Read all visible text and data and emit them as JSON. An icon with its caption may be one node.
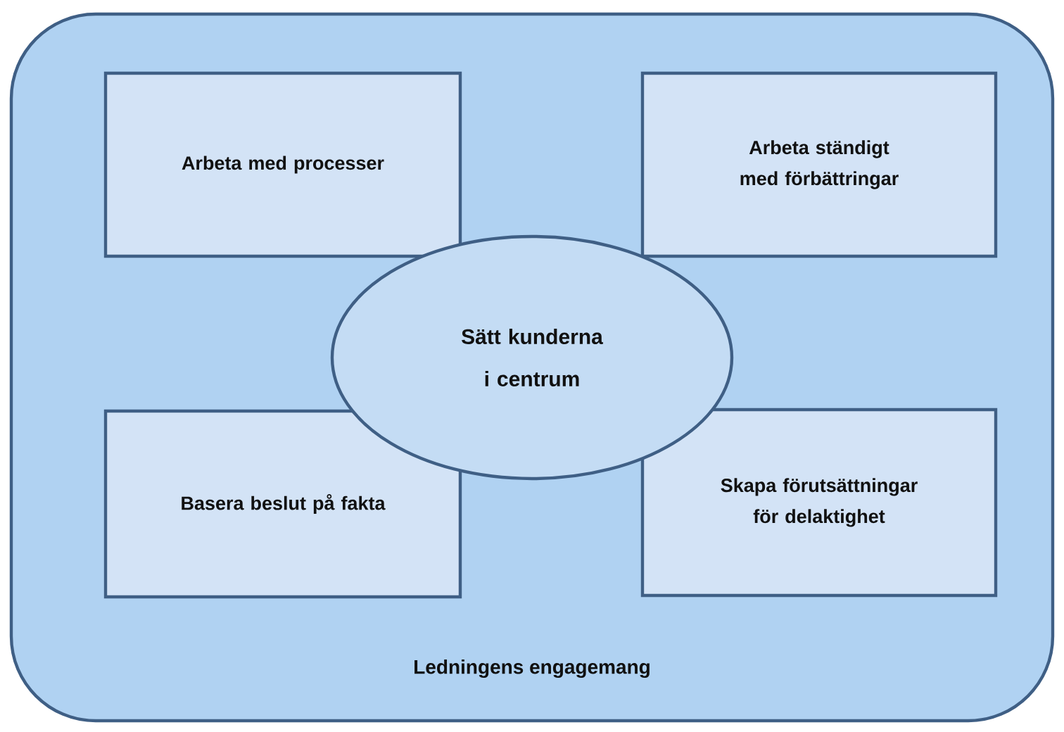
{
  "diagram": {
    "nodes": [
      {
        "text": [
          "Ledningens engagemang"
        ]
      },
      {
        "text": [
          "Arbeta med processer"
        ],
        "in": 0
      },
      {
        "text": [
          "Arbeta ständigt med förbättringar"
        ],
        "in": 0
      },
      {
        "text": [
          "Sätt kunderna i centrum"
        ],
        "in": 0
      },
      {
        "text": [
          "Basera beslut på fakta"
        ],
        "in": 0
      },
      {
        "text": [
          "Skapa förutsättningar för delaktighet"
        ],
        "in": 0
      }
    ]
  }
}
